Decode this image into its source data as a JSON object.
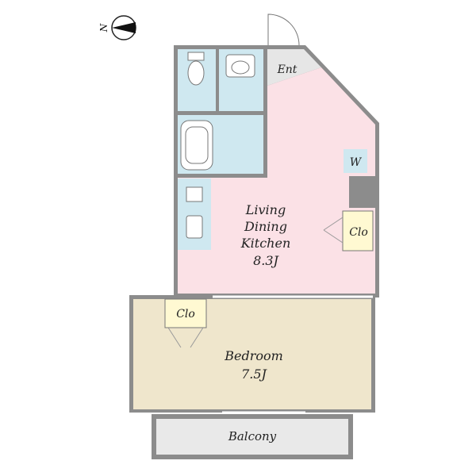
{
  "compass": {
    "label": "N"
  },
  "rooms": {
    "entrance": {
      "label": "Ent"
    },
    "washer": {
      "label": "W"
    },
    "ldk": {
      "line1": "Living",
      "line2": "Dining",
      "line3": "Kitchen",
      "size": "8.3J"
    },
    "closet_ldk": {
      "label": "Clo"
    },
    "closet_bedroom": {
      "label": "Clo"
    },
    "bedroom": {
      "line1": "Bedroom",
      "size": "7.5J"
    },
    "balcony": {
      "label": "Balcony"
    }
  },
  "colors": {
    "wall": "#8c8c8c",
    "wet_area": "#cfe8f0",
    "ldk": "#fbe1e6",
    "bedroom": "#efe6cc",
    "closet": "#fff9d2",
    "entrance": "#e6e6e6",
    "balcony": "#e9e9e9",
    "shoe_cabinet": "#fff6b8"
  }
}
